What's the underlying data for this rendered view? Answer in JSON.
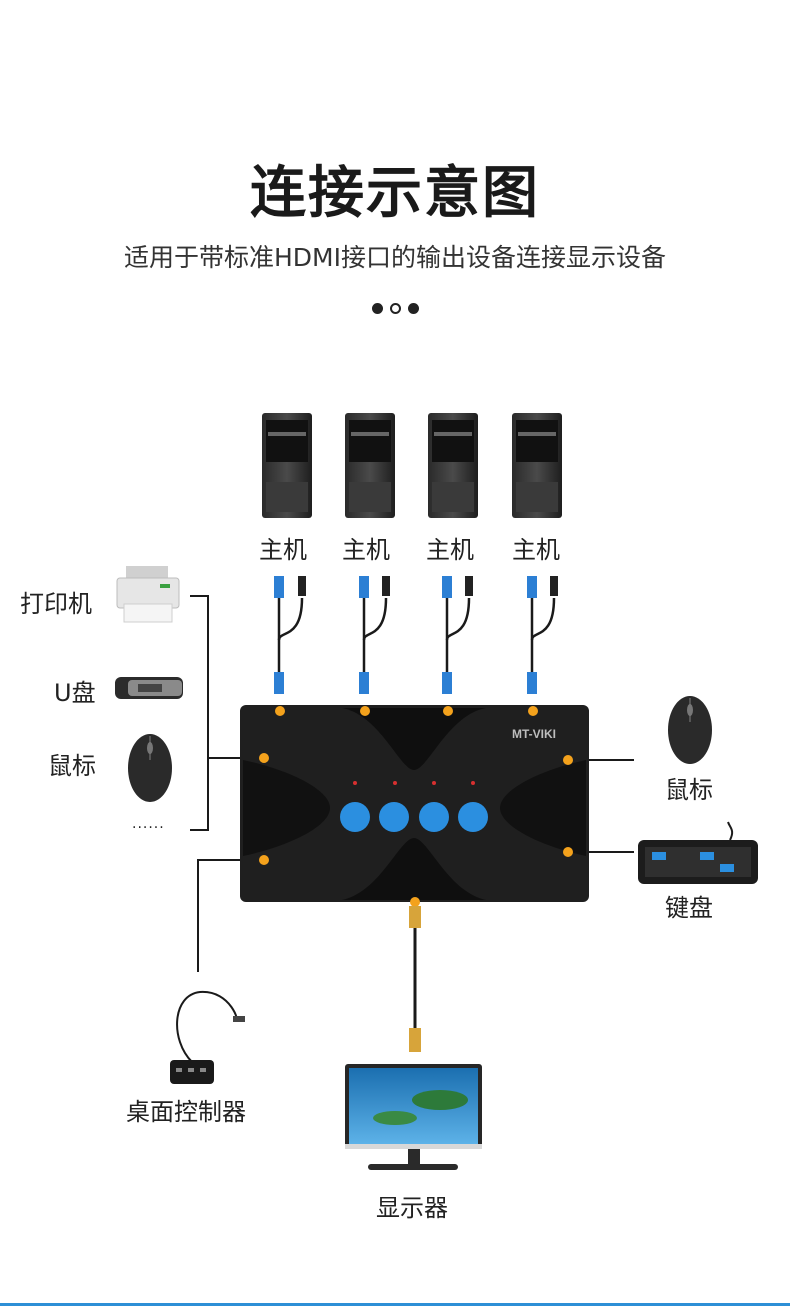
{
  "header": {
    "title": "连接示意图",
    "subtitle": "适用于带标准HDMI接口的输出设备连接显示设备"
  },
  "hosts": [
    {
      "label": "主机"
    },
    {
      "label": "主机"
    },
    {
      "label": "主机"
    },
    {
      "label": "主机"
    }
  ],
  "left_devices": {
    "printer": "打印机",
    "usb": "U盘",
    "mouse": "鼠标",
    "more": "......"
  },
  "right_devices": {
    "mouse": "鼠标",
    "keyboard": "键盘"
  },
  "switch": {
    "brand": "MT-VIKI",
    "button_count": 4
  },
  "bottom_devices": {
    "controller": "桌面控制器",
    "monitor": "显示器"
  },
  "colors": {
    "accent_orange": "#f4a21c",
    "button_blue": "#2b8fe0",
    "switch_body": "#1f1f1f",
    "bottom_bar": "#2d8fd6"
  }
}
